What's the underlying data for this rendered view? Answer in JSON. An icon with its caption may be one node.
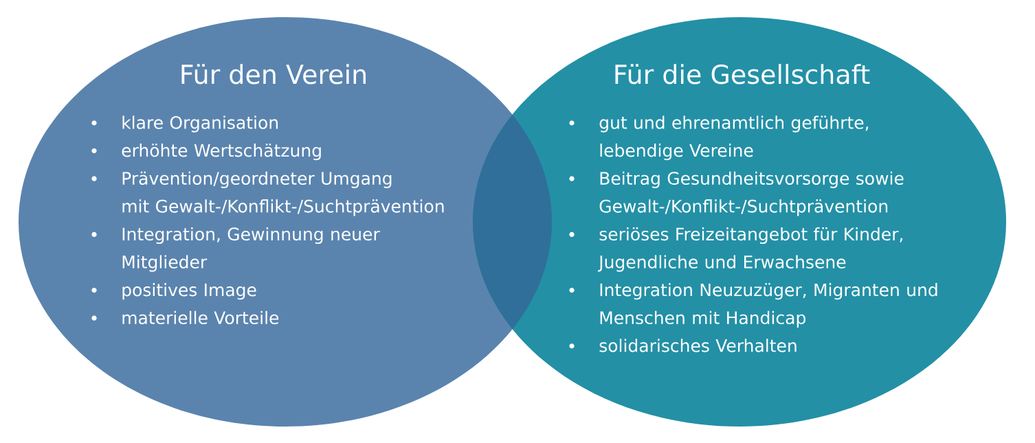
{
  "diagram": {
    "nodes": [
      {
        "text": [
          "Für den Verein",
          "klare Organisation",
          "erhöhte Wertschätzung",
          "Prävention/geordneter Umgang mit Gewalt-/Konflikt-/Suchtprävention",
          "Integration, Gewinnung neuer Mitglieder",
          "positives Image",
          "materielle Vorteile"
        ]
      },
      {
        "text": [
          "Für die Gesellschaft",
          "gut und ehrenamtlich geführte, lebendige Vereine",
          "Beitrag Gesundheitsvorsorge sowie Gewalt-/Konflikt-/Suchtprävention",
          "seriöses Freizeitangebot für Kinder, Jugendliche und Erwachsene",
          "Integration Neuzuzüger, Migranten und Menschen mit Handicap",
          "solidarisches Verhalten"
        ]
      }
    ]
  }
}
